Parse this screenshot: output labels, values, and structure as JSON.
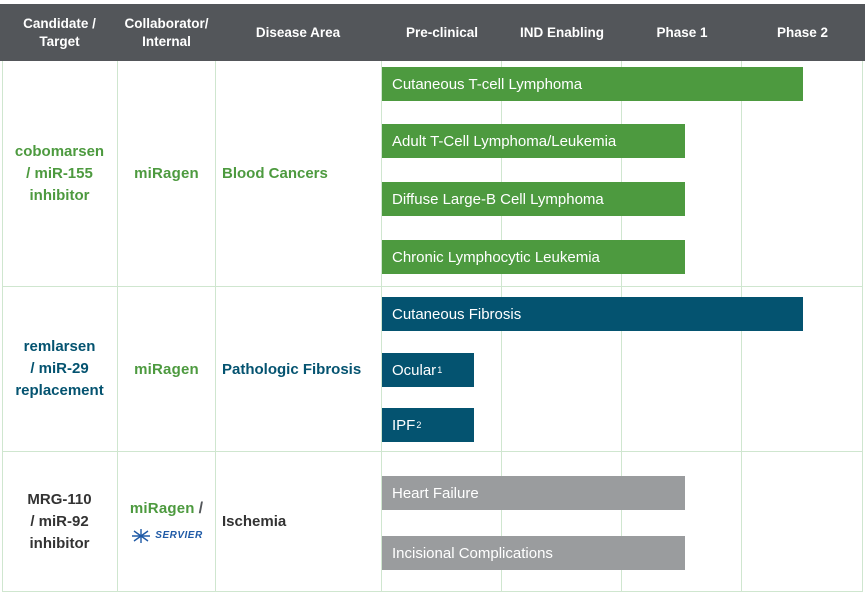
{
  "colors": {
    "header_bg": "#53565a",
    "green": "#4d9a3f",
    "teal": "#045370",
    "gray": "#9a9c9e",
    "dark": "#333333",
    "grid": "#cfe6cf"
  },
  "header": {
    "candidate": "Candidate /\nTarget",
    "collaborator": "Collaborator/\nInternal",
    "disease": "Disease Area",
    "stages": [
      "Pre-clinical",
      "IND Enabling",
      "Phase 1",
      "Phase 2"
    ]
  },
  "programs": [
    {
      "candidate": "cobomarsen\n/ miR-155\ninhibitor",
      "collaborator_logo": "miRagen",
      "disease": "Blood Cancers",
      "color": "green",
      "indications": [
        {
          "label": "Cutaneous T-cell Lymphoma",
          "sup": "",
          "progress": "Phase 2"
        },
        {
          "label": "Adult T-Cell Lymphoma/Leukemia",
          "sup": "",
          "progress": "Phase 1"
        },
        {
          "label": "Diffuse Large-B Cell Lymphoma",
          "sup": "",
          "progress": "Phase 1"
        },
        {
          "label": "Chronic Lymphocytic Leukemia",
          "sup": "",
          "progress": "Phase 1"
        }
      ]
    },
    {
      "candidate": "remlarsen\n/ miR-29\nreplacement",
      "collaborator_logo": "miRagen",
      "disease": "Pathologic Fibrosis",
      "color": "teal",
      "indications": [
        {
          "label": "Cutaneous Fibrosis",
          "sup": "",
          "progress": "Phase 2"
        },
        {
          "label": "Ocular",
          "sup": "1",
          "progress": "Pre-clinical"
        },
        {
          "label": "IPF",
          "sup": "2",
          "progress": "Pre-clinical"
        }
      ]
    },
    {
      "candidate": "MRG-110\n/ miR-92\ninhibitor",
      "collaborator_logo": "miRagen",
      "collaborator_slash": "/",
      "collaborator_logo2": "SERVIER",
      "disease": "Ischemia",
      "color": "gray",
      "indications": [
        {
          "label": "Heart Failure",
          "sup": "",
          "progress": "Phase 1"
        },
        {
          "label": "Incisional Complications",
          "sup": "",
          "progress": "Phase 1"
        }
      ]
    }
  ]
}
